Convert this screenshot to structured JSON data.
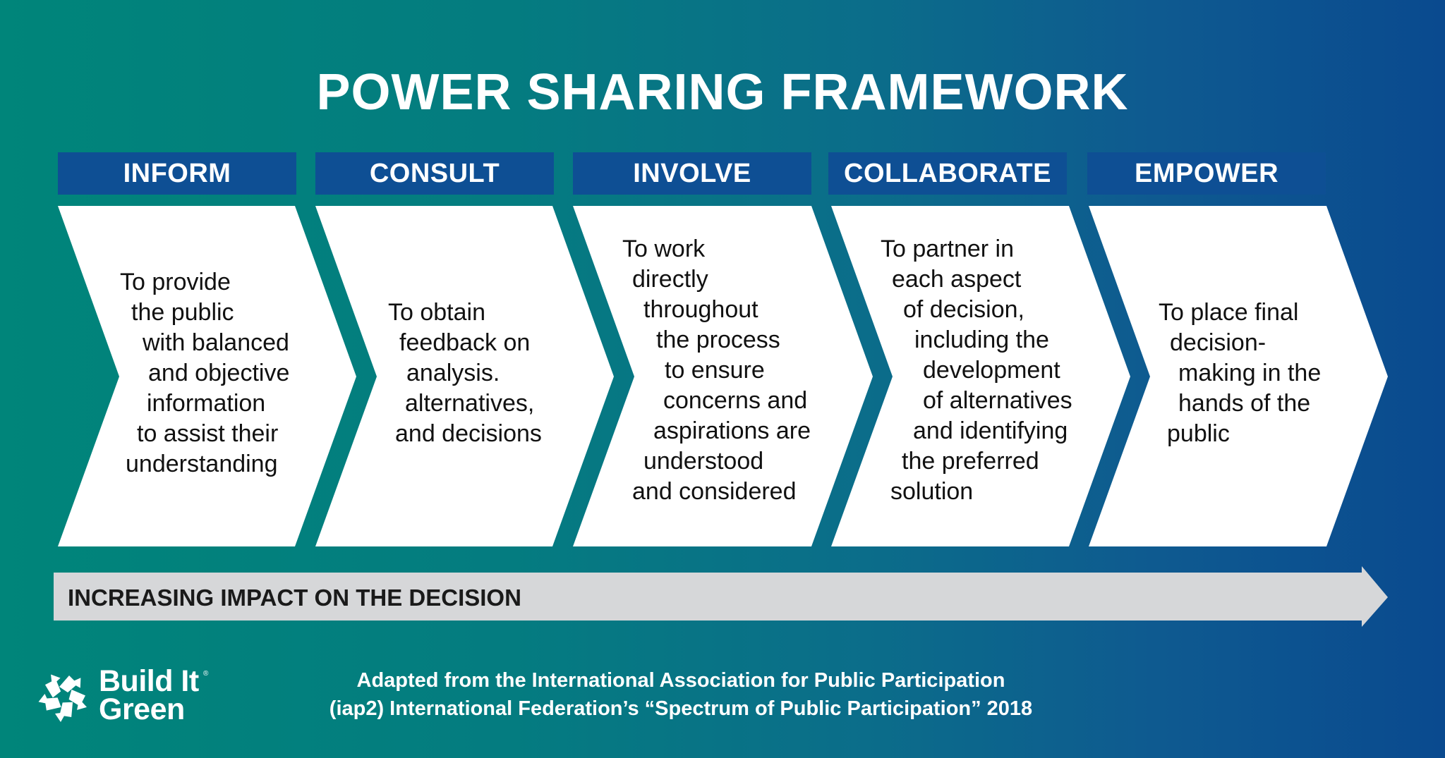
{
  "title": "POWER SHARING FRAMEWORK",
  "stages": [
    {
      "name": "INFORM",
      "lines": [
        "To provide",
        "the public",
        "with balanced",
        "and objective",
        "information",
        "to assist their",
        "understanding"
      ]
    },
    {
      "name": "CONSULT",
      "lines": [
        "To obtain",
        "feedback on",
        "analysis.",
        "alternatives,",
        "and decisions"
      ]
    },
    {
      "name": "INVOLVE",
      "lines": [
        "To work",
        "directly",
        "throughout",
        "the process",
        "to ensure",
        "concerns and",
        "aspirations are",
        "understood",
        "and considered"
      ]
    },
    {
      "name": "COLLABORATE",
      "lines": [
        "To partner in",
        "each aspect",
        "of decision,",
        "including the",
        "development",
        "of alternatives",
        "and identifying",
        "the preferred",
        "solution"
      ]
    },
    {
      "name": "EMPOWER",
      "lines": [
        "To place final",
        "decision-",
        "making in the",
        "hands of the",
        "public"
      ]
    }
  ],
  "impact_arrow": {
    "label": "INCREASING IMPACT ON THE DECISION"
  },
  "logo": {
    "line1": "Build It",
    "line2": "Green",
    "mark": "®"
  },
  "credit": {
    "line1": "Adapted from the International Association for Public Participation",
    "line2": "(iap2) International Federation’s “Spectrum of Public Participation” 2018"
  },
  "colors": {
    "header_bg": "#0e4f94",
    "chevron_fill": "#ffffff",
    "arrow_fill": "#d6d7d9",
    "gradient_start": "#00857a",
    "gradient_end": "#0a4a8f"
  }
}
